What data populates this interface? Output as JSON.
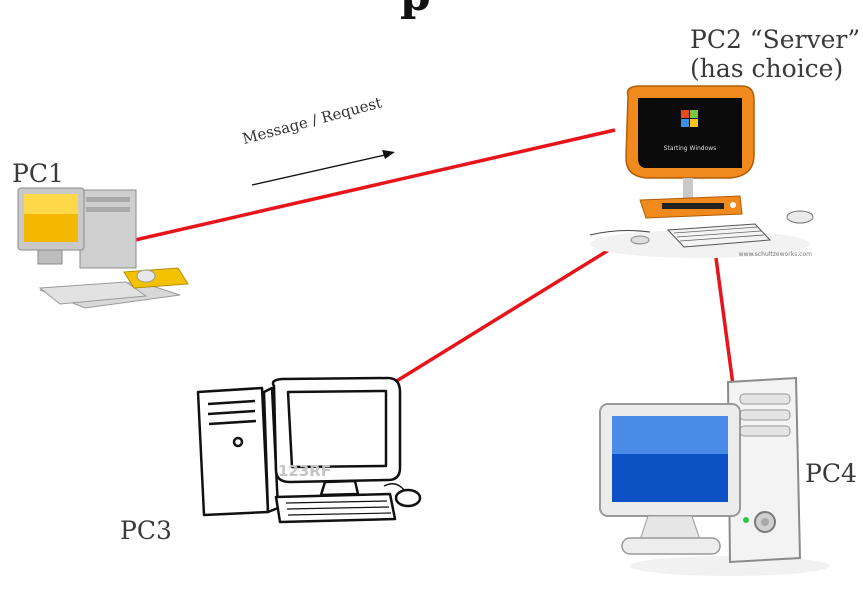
{
  "title_fragment": "p",
  "nodes": {
    "pc1": {
      "label": "PC1"
    },
    "pc2": {
      "label_line1": "PC2 “Server”",
      "label_line2": "(has choice)",
      "screen_text": "Starting Windows",
      "watermark": "www.schultzeworks.com"
    },
    "pc3": {
      "label": "PC3",
      "watermark": "123RF"
    },
    "pc4": {
      "label": "PC4"
    }
  },
  "edges": [
    {
      "from": "pc1",
      "to": "pc2",
      "color": "#e8141b"
    },
    {
      "from": "pc3",
      "to": "pc2",
      "color": "#e8141b"
    },
    {
      "from": "pc4",
      "to": "pc2",
      "color": "#e8141b"
    }
  ],
  "message": {
    "text": "Message / Request"
  }
}
